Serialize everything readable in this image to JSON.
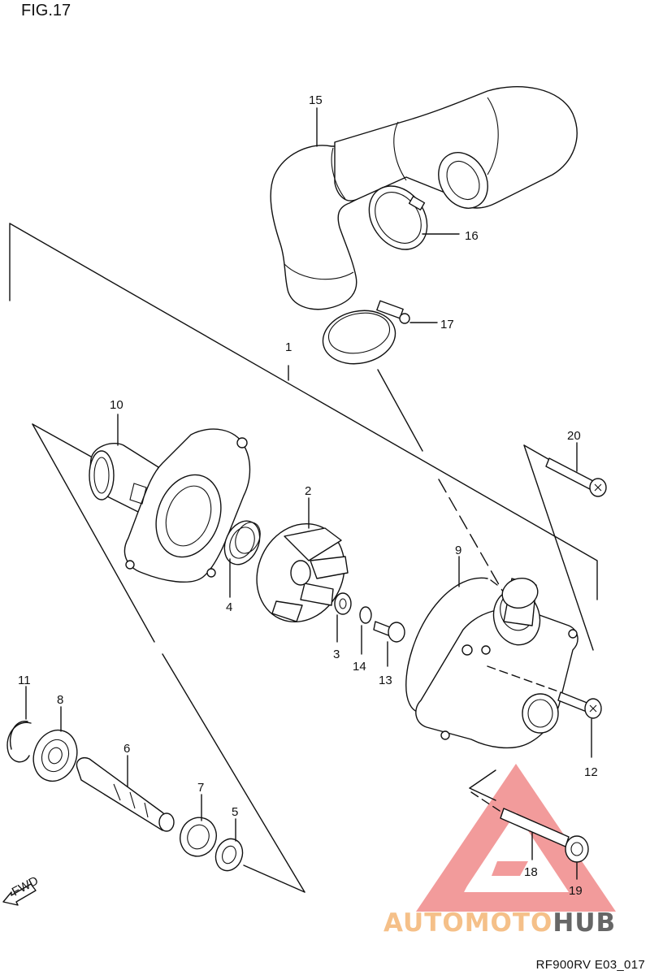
{
  "figure": {
    "title": "FIG.17",
    "code": "RF900RV E03_017"
  },
  "watermark": {
    "brand_part1": "AUTOMOTO",
    "brand_part2": "HUB",
    "logo_color": "#f08a8a",
    "brand_color1": "#f5c089",
    "brand_color2": "#666666"
  },
  "direction_marker": {
    "label": "FWD"
  },
  "callouts": [
    {
      "id": "1",
      "name": "callout-1"
    },
    {
      "id": "2",
      "name": "callout-2"
    },
    {
      "id": "3",
      "name": "callout-3"
    },
    {
      "id": "4",
      "name": "callout-4"
    },
    {
      "id": "5",
      "name": "callout-5"
    },
    {
      "id": "6",
      "name": "callout-6"
    },
    {
      "id": "7",
      "name": "callout-7"
    },
    {
      "id": "8",
      "name": "callout-8"
    },
    {
      "id": "9",
      "name": "callout-9"
    },
    {
      "id": "10",
      "name": "callout-10"
    },
    {
      "id": "11",
      "name": "callout-11"
    },
    {
      "id": "12",
      "name": "callout-12"
    },
    {
      "id": "13",
      "name": "callout-13"
    },
    {
      "id": "14",
      "name": "callout-14"
    },
    {
      "id": "15",
      "name": "callout-15"
    },
    {
      "id": "16",
      "name": "callout-16"
    },
    {
      "id": "17",
      "name": "callout-17"
    },
    {
      "id": "18",
      "name": "callout-18"
    },
    {
      "id": "19",
      "name": "callout-19"
    },
    {
      "id": "20",
      "name": "callout-20"
    }
  ]
}
